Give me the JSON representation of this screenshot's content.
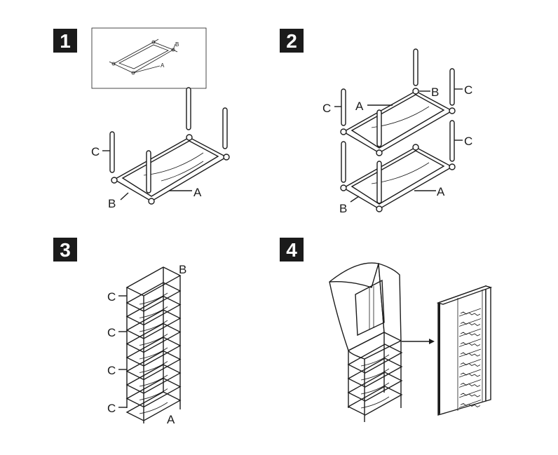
{
  "steps": [
    {
      "number": "1",
      "labels": {
        "c": "C",
        "a": "A",
        "b": "B"
      },
      "inset_labels": {
        "a": "A",
        "b": "B"
      }
    },
    {
      "number": "2",
      "labels": {
        "c_left": "C",
        "a": "A",
        "b_top": "B",
        "c_top_right": "C",
        "c_mid_right": "C",
        "a_bottom": "A",
        "b_bottom": "B"
      }
    },
    {
      "number": "3",
      "labels": {
        "b": "B",
        "c1": "C",
        "c2": "C",
        "c3": "C",
        "c4": "C",
        "a": "A"
      }
    },
    {
      "number": "4",
      "labels": {}
    }
  ]
}
